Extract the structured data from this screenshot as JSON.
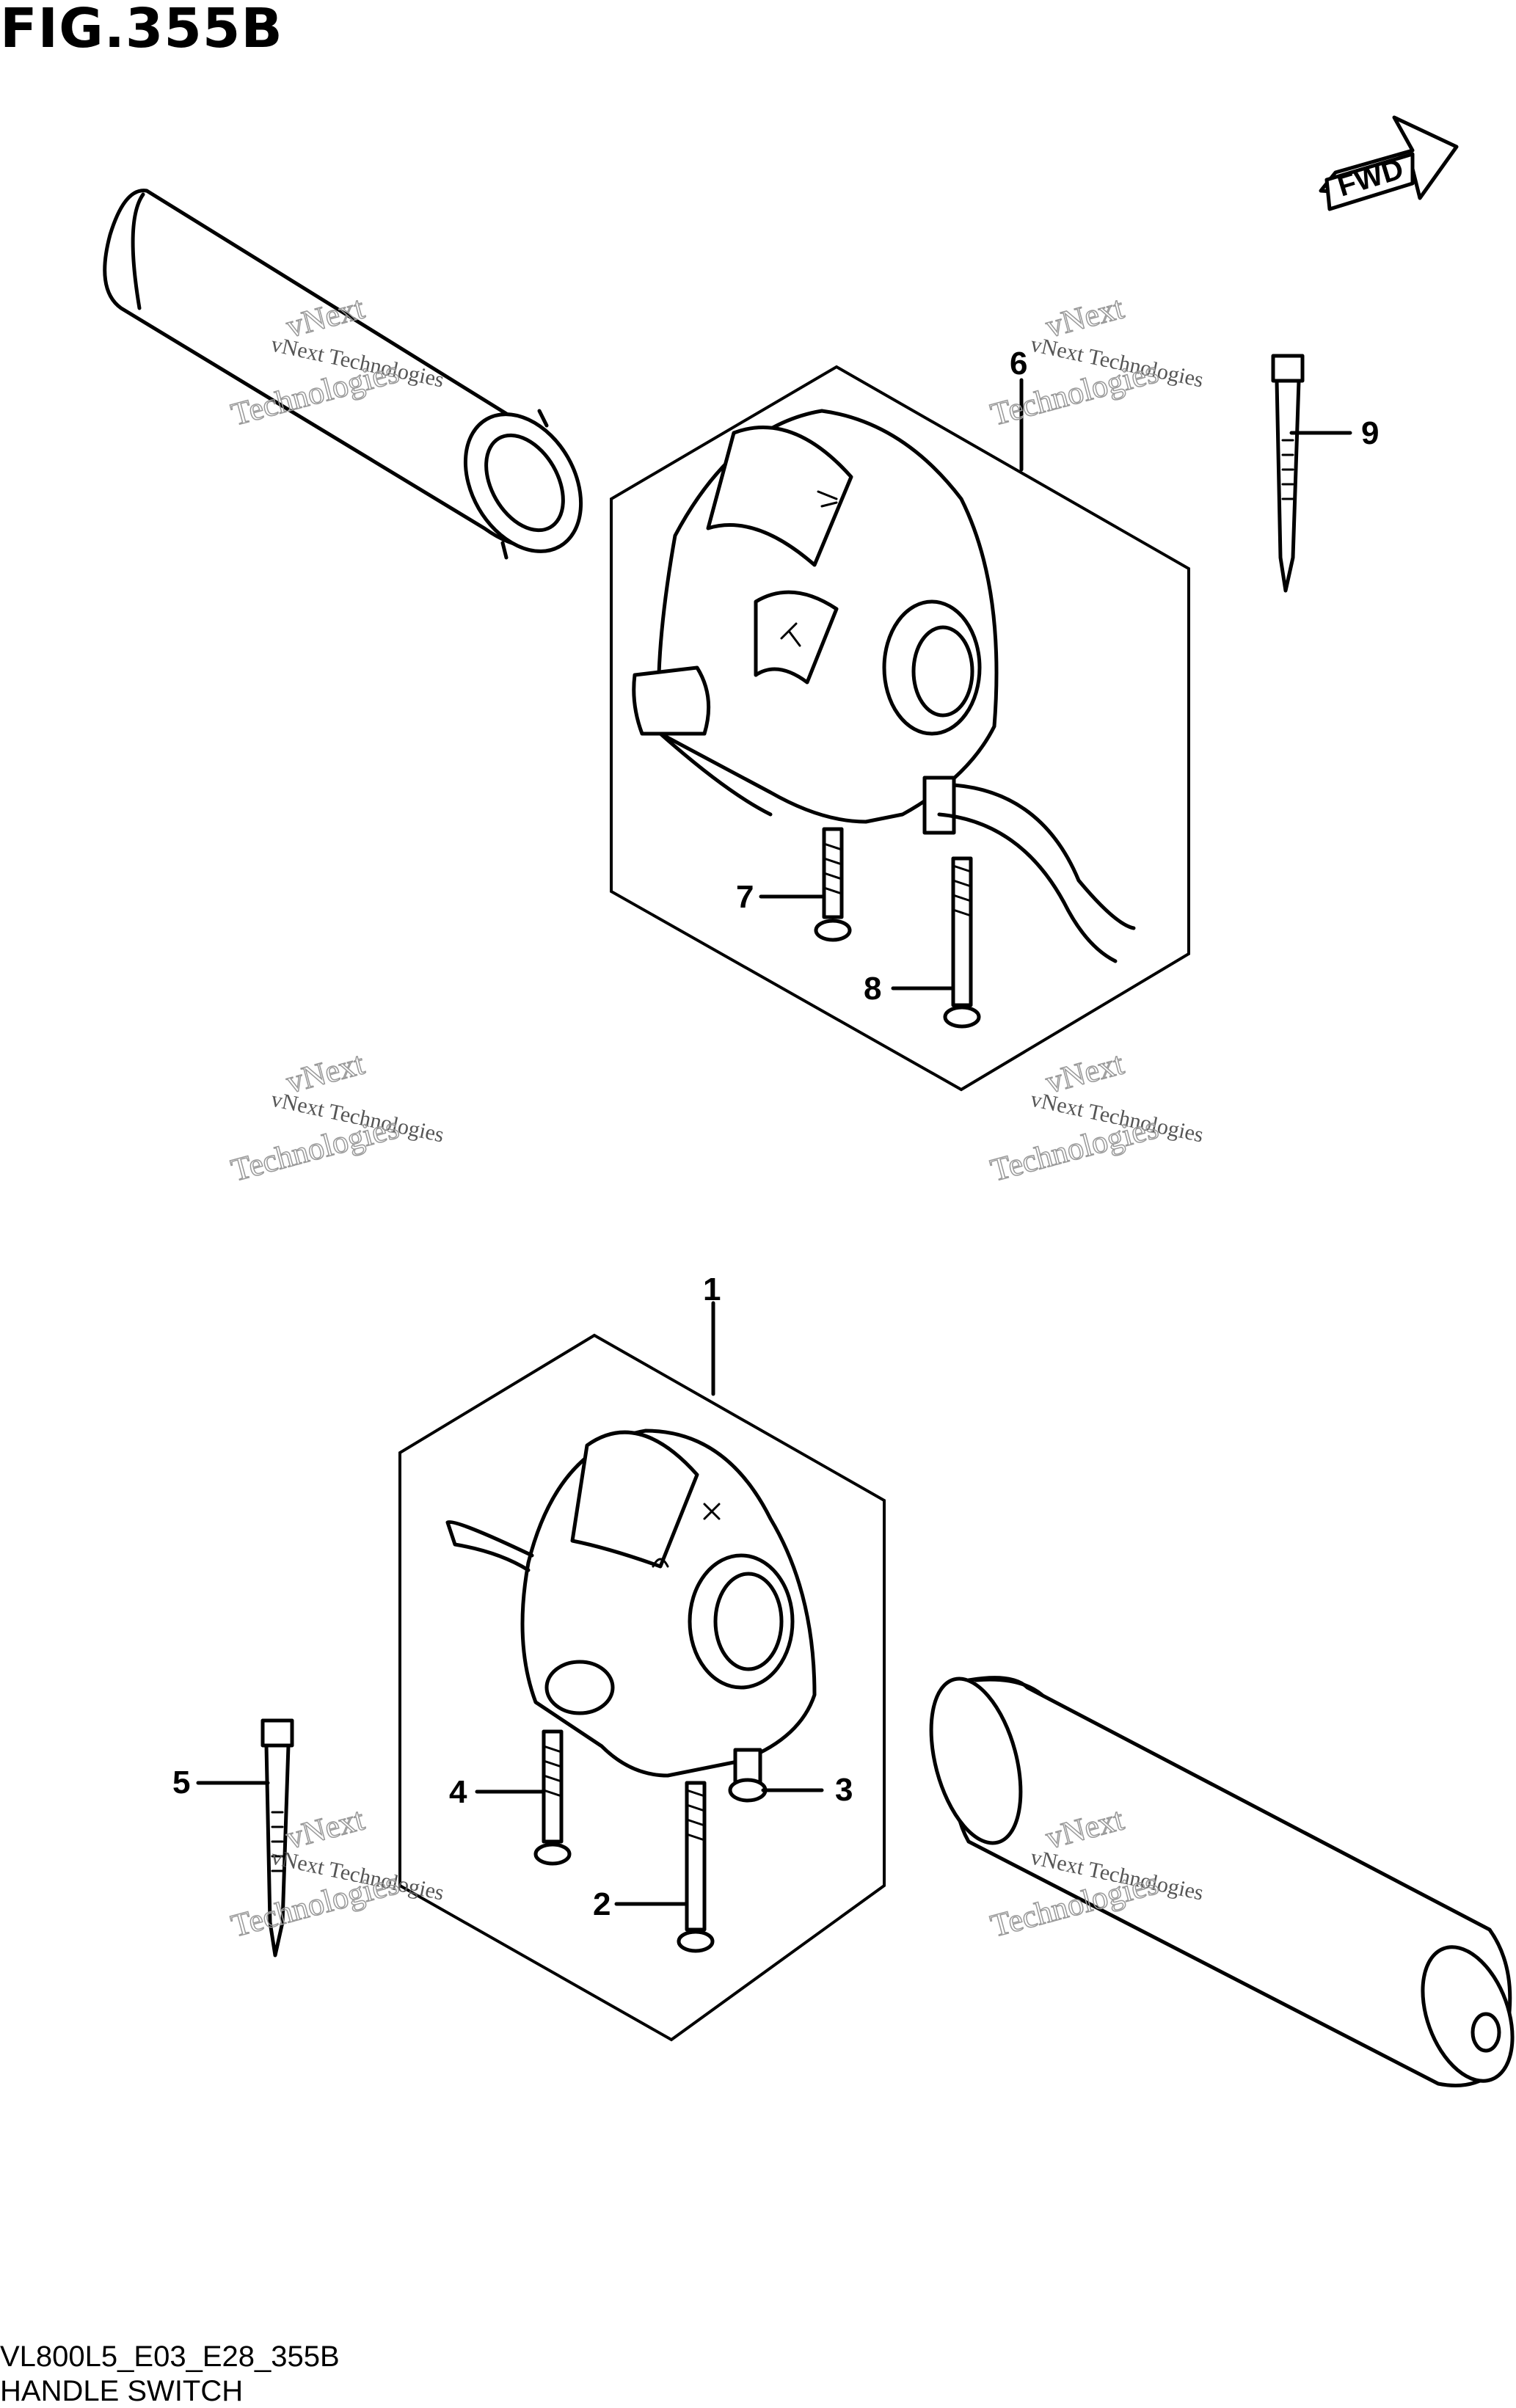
{
  "figure_title": "FIG.355B",
  "direction_label": "FWD",
  "footer": {
    "model_code": "VL800L5_E03_E28_355B",
    "section_name": "HANDLE SWITCH"
  },
  "watermark": {
    "line": "vNext Technologies",
    "big_top": "vNext",
    "big_bottom": "Technologies"
  },
  "callouts": [
    "1",
    "2",
    "3",
    "4",
    "5",
    "6",
    "7",
    "8",
    "9"
  ]
}
